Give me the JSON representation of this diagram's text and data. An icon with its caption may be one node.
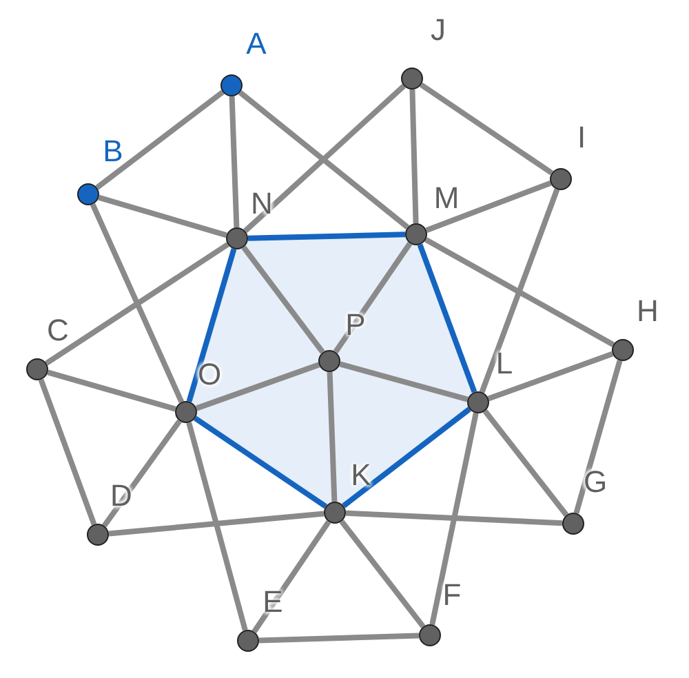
{
  "diagram": {
    "nodes": [
      {
        "text": [
          "A"
        ]
      },
      {
        "text": [
          "B"
        ]
      },
      {
        "text": [
          "J"
        ]
      },
      {
        "text": [
          "I"
        ]
      },
      {
        "text": [
          "H"
        ]
      },
      {
        "text": [
          "G"
        ]
      },
      {
        "text": [
          "F"
        ]
      },
      {
        "text": [
          "E"
        ]
      },
      {
        "text": [
          "D"
        ]
      },
      {
        "text": [
          "C"
        ]
      },
      {
        "text": [
          "N"
        ]
      },
      {
        "text": [
          "M"
        ]
      },
      {
        "text": [
          "L"
        ]
      },
      {
        "text": [
          "K"
        ]
      },
      {
        "text": [
          "O"
        ]
      },
      {
        "text": [
          "P"
        ]
      }
    ],
    "edges": [
      {
        "from": 0,
        "to": 1,
        "arrow": "none"
      },
      {
        "from": 0,
        "to": 10,
        "arrow": "none"
      },
      {
        "from": 0,
        "to": 11,
        "arrow": "none"
      },
      {
        "from": 1,
        "to": 10,
        "arrow": "none"
      },
      {
        "from": 1,
        "to": 14,
        "arrow": "none"
      },
      {
        "from": 2,
        "to": 10,
        "arrow": "none"
      },
      {
        "from": 2,
        "to": 11,
        "arrow": "none"
      },
      {
        "from": 2,
        "to": 3,
        "arrow": "none"
      },
      {
        "from": 11,
        "to": 3,
        "arrow": "none"
      },
      {
        "from": 3,
        "to": 12,
        "arrow": "none"
      },
      {
        "from": 11,
        "to": 4,
        "arrow": "none"
      },
      {
        "from": 12,
        "to": 4,
        "arrow": "none"
      },
      {
        "from": 4,
        "to": 5,
        "arrow": "none"
      },
      {
        "from": 12,
        "to": 5,
        "arrow": "none"
      },
      {
        "from": 12,
        "to": 6,
        "arrow": "none"
      },
      {
        "from": 13,
        "to": 5,
        "arrow": "none"
      },
      {
        "from": 13,
        "to": 6,
        "arrow": "none"
      },
      {
        "from": 13,
        "to": 7,
        "arrow": "none"
      },
      {
        "from": 7,
        "to": 6,
        "arrow": "none"
      },
      {
        "from": 8,
        "to": 13,
        "arrow": "none"
      },
      {
        "from": 9,
        "to": 8,
        "arrow": "none"
      },
      {
        "from": 9,
        "to": 14,
        "arrow": "none"
      },
      {
        "from": 9,
        "to": 10,
        "arrow": "none"
      },
      {
        "from": 14,
        "to": 8,
        "arrow": "none"
      },
      {
        "from": 14,
        "to": 7,
        "arrow": "none"
      },
      {
        "from": 14,
        "to": 15,
        "arrow": "none"
      },
      {
        "from": 10,
        "to": 15,
        "arrow": "none"
      },
      {
        "from": 11,
        "to": 15,
        "arrow": "none"
      },
      {
        "from": 15,
        "to": 13,
        "arrow": "none"
      },
      {
        "from": 15,
        "to": 12,
        "arrow": "none"
      },
      {
        "from": 10,
        "to": 11,
        "arrow": "none",
        "color": "#1565c0"
      },
      {
        "from": 11,
        "to": 12,
        "arrow": "none",
        "color": "#1565c0"
      },
      {
        "from": 12,
        "to": 13,
        "arrow": "none",
        "color": "#1565c0"
      },
      {
        "from": 13,
        "to": 14,
        "arrow": "none",
        "color": "#1565c0"
      },
      {
        "from": 14,
        "to": 10,
        "arrow": "none",
        "color": "#1565c0"
      }
    ]
  }
}
